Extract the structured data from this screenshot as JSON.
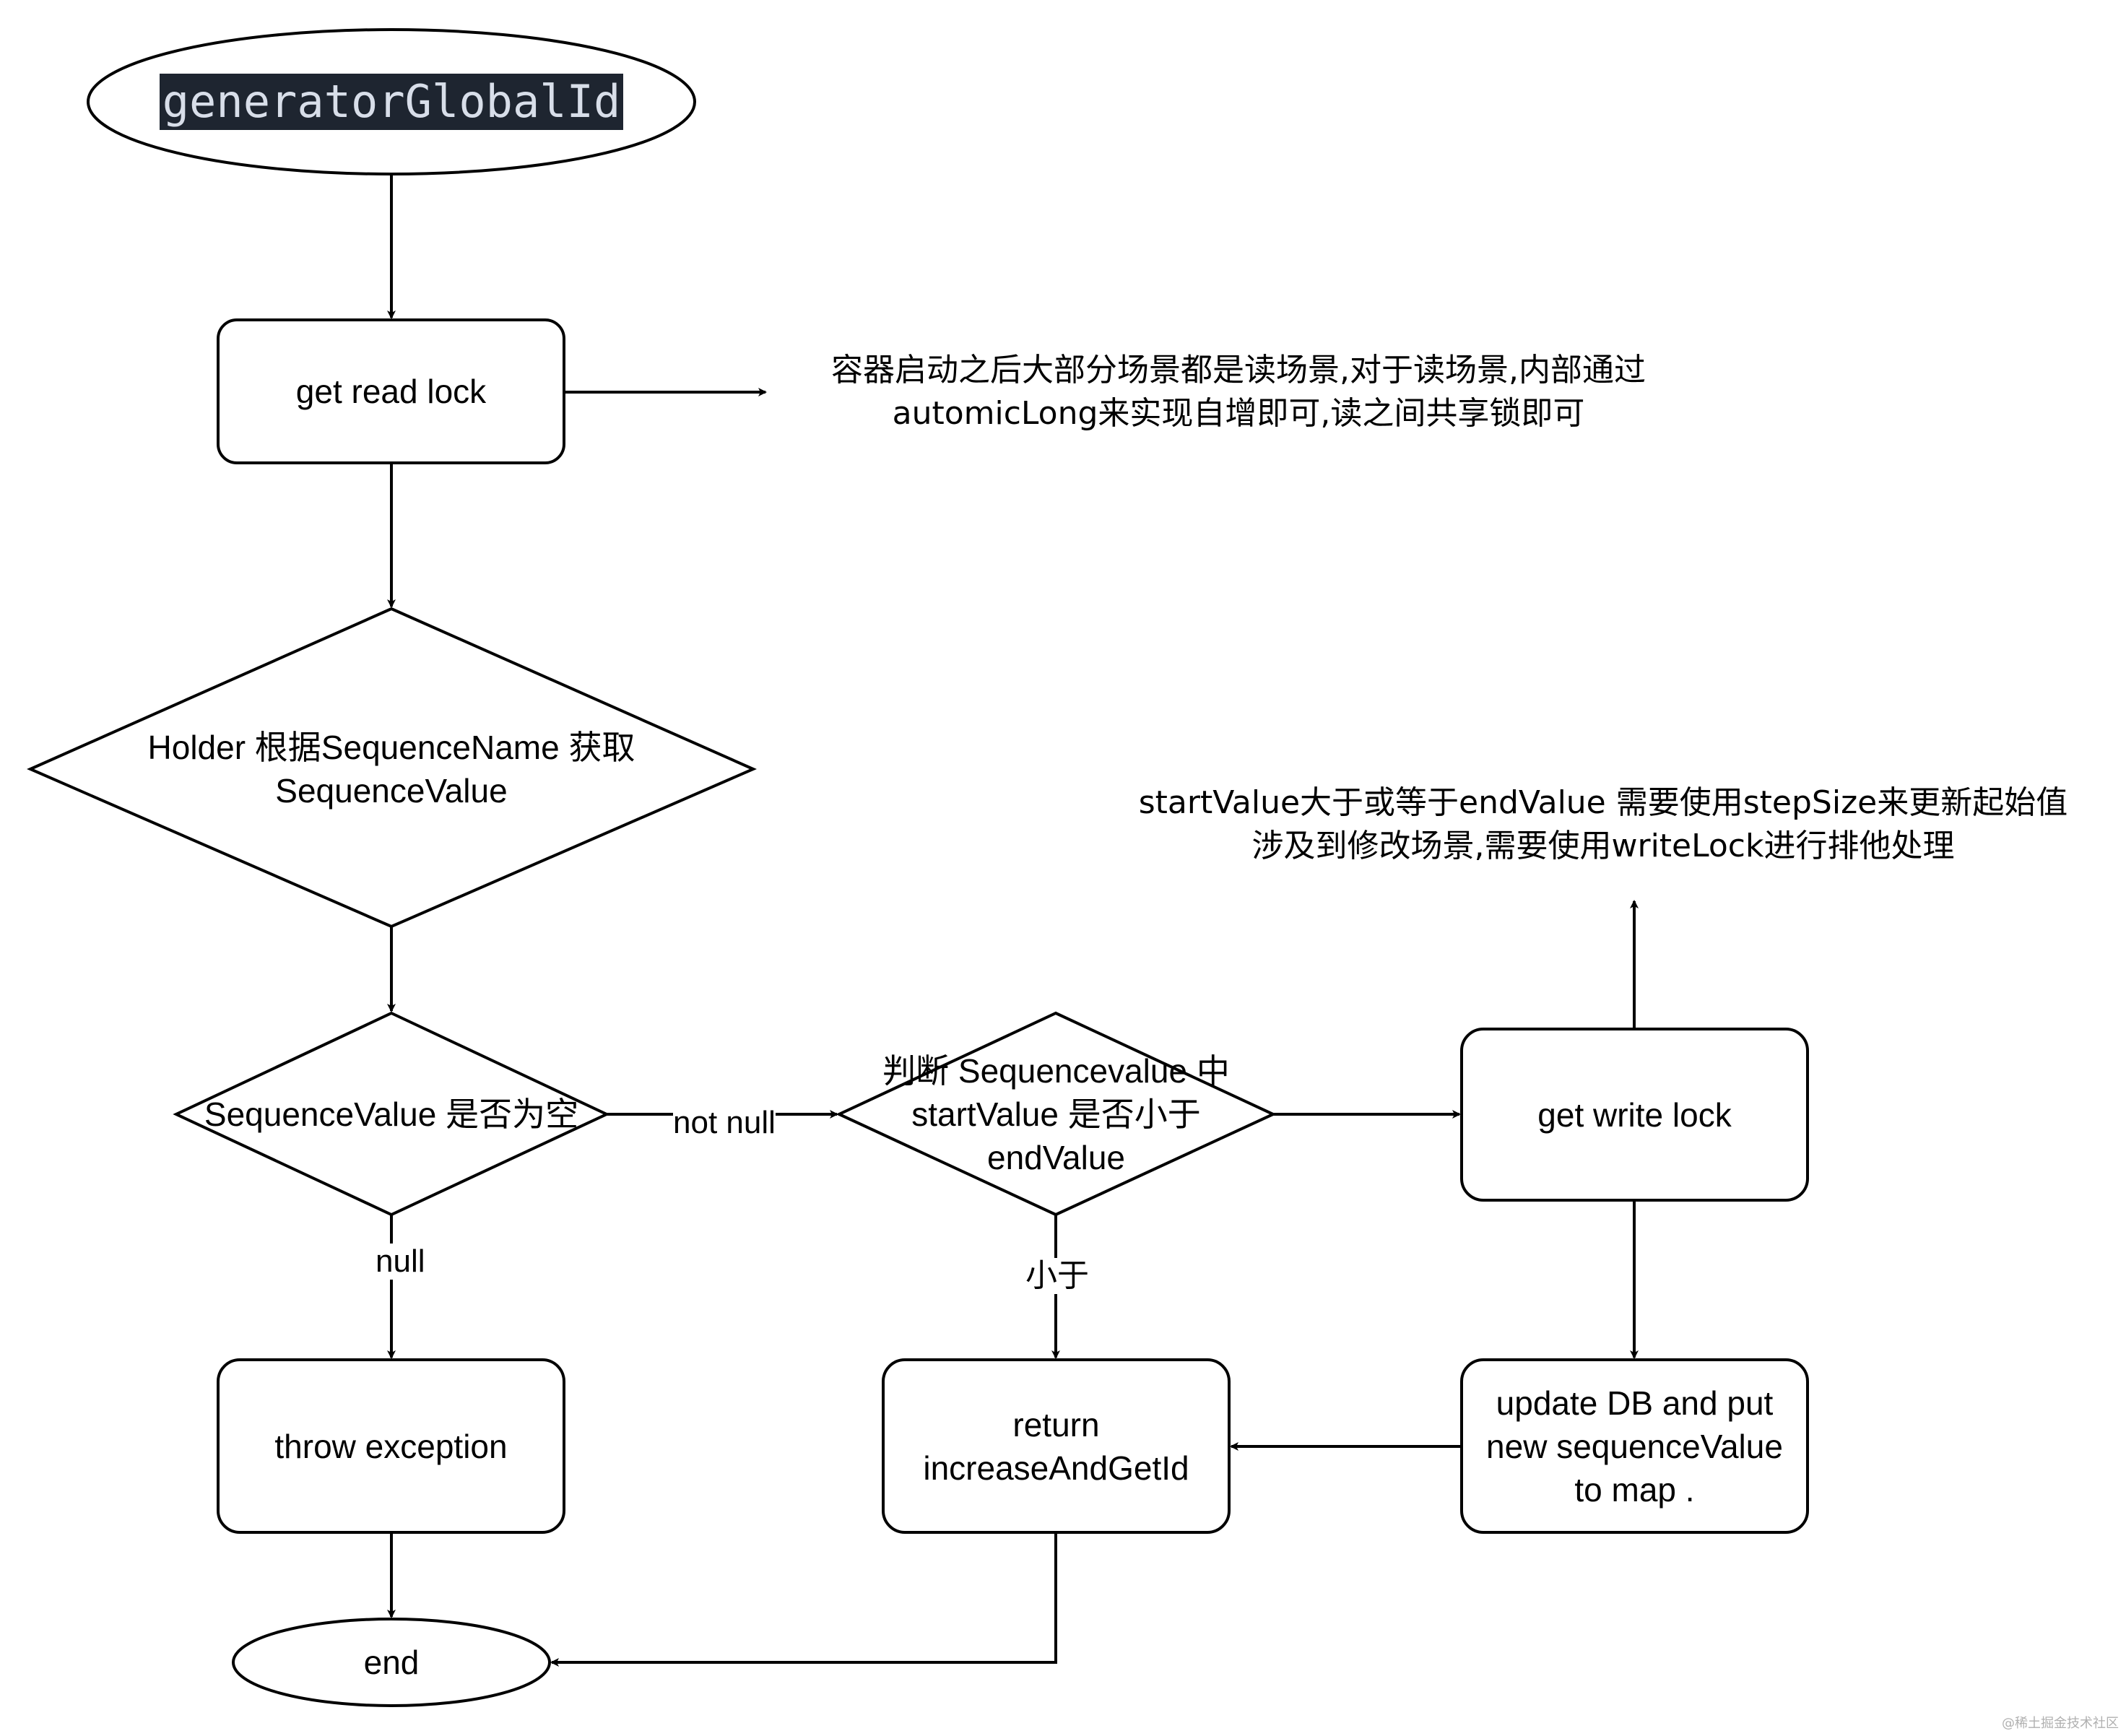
{
  "nodes": {
    "start": "generatorGlobalId",
    "read_lock": "get read lock",
    "holder": "Holder 根据SequenceName 获取\nSequenceValue",
    "is_null": "SequenceValue 是否为空",
    "compare": "判断 Sequencevalue 中\nstartValue 是否小于\nendValue",
    "write_lock": "get write lock",
    "throw": "throw exception",
    "return": "return\nincreaseAndGetId",
    "update": "update DB and put\nnew sequenceValue\nto map .",
    "end": "end"
  },
  "edge_labels": {
    "not_null": "not null",
    "null": "null",
    "less": "小于"
  },
  "notes": {
    "read_note": "容器启动之后大部分场景都是读场景,对于读场景,内部通过\nautomicLong来实现自增即可,读之间共享锁即可",
    "write_note": "startValue大于或等于endValue 需要使用stepSize来更新起始值\n涉及到修改场景,需要使用writeLock进行排他处理"
  },
  "watermark": "@稀土掘金技术社区"
}
